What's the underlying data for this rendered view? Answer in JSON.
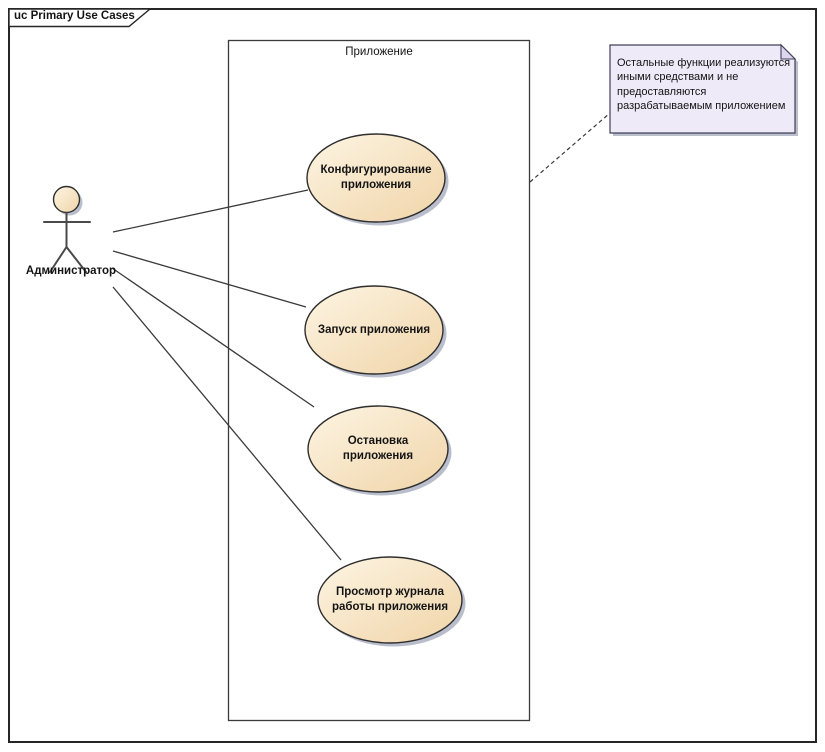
{
  "frame": {
    "tab_label": "uc Primary Use Cases"
  },
  "system_boundary": {
    "label": "Приложение"
  },
  "actor": {
    "label": "Администратор"
  },
  "use_cases": [
    {
      "label_lines": [
        "Конфигурирование",
        "приложения"
      ]
    },
    {
      "label_lines": [
        "Запуск приложения"
      ]
    },
    {
      "label_lines": [
        "Остановка",
        "приложения"
      ]
    },
    {
      "label_lines": [
        "Просмотр журнала",
        "работы приложения"
      ]
    }
  ],
  "note": {
    "lines": [
      "Остальные функции реализуются",
      "иными средствами и не",
      "предоставляются",
      "разрабатываемым приложением"
    ]
  },
  "colors": {
    "ellipse_gradient_start": "#fdf5e3",
    "ellipse_gradient_end": "#f0d4a8",
    "note_fill": "#eeeaf8",
    "note_fold_fill": "#dcd6ee",
    "shadow": "#b9bdcc",
    "boundary_fill": "#ffffff"
  }
}
